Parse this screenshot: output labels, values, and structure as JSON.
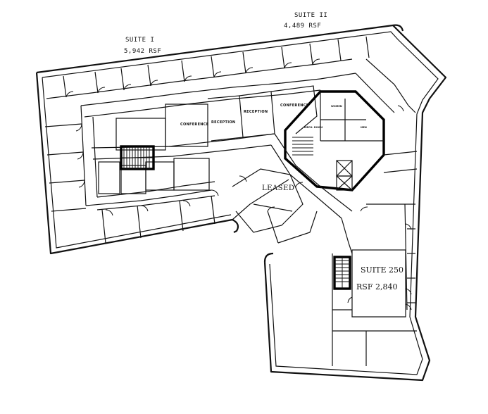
{
  "labels": {
    "suite1_name": "SUITE I",
    "suite1_area": "5,942 RSF",
    "suite2_name": "SUITE II",
    "suite2_area": "4,489 RSF",
    "leased": "LEASED",
    "suite250_name": "SUITE 250",
    "suite250_area": "RSF 2,840",
    "conference_1": "CONFERENCE",
    "conference_2": "CONFERENCE",
    "reception_1": "RECEPTION",
    "reception_2": "RECEPTION",
    "core_room_1": "WOMEN",
    "core_room_2": "MEN",
    "core_room_3": "MECH. ROOM"
  }
}
